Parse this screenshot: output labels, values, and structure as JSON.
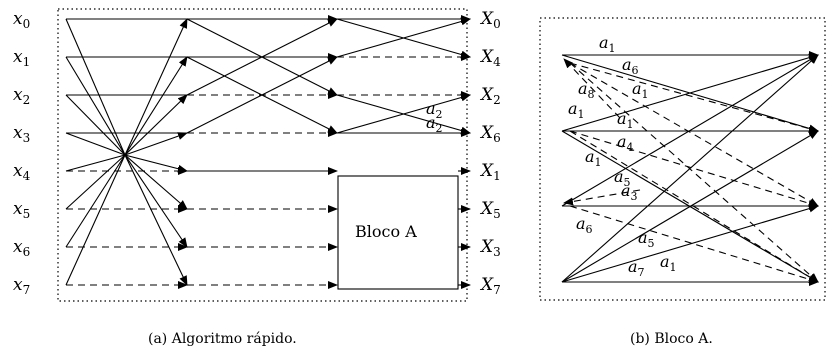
{
  "figure_a": {
    "inputs": [
      {
        "base": "x",
        "sub": "0"
      },
      {
        "base": "x",
        "sub": "1"
      },
      {
        "base": "x",
        "sub": "2"
      },
      {
        "base": "x",
        "sub": "3"
      },
      {
        "base": "x",
        "sub": "4"
      },
      {
        "base": "x",
        "sub": "5"
      },
      {
        "base": "x",
        "sub": "6"
      },
      {
        "base": "x",
        "sub": "7"
      }
    ],
    "outputs": [
      {
        "base": "X",
        "sub": "0"
      },
      {
        "base": "X",
        "sub": "4"
      },
      {
        "base": "X",
        "sub": "2"
      },
      {
        "base": "X",
        "sub": "6"
      },
      {
        "base": "X",
        "sub": "1"
      },
      {
        "base": "X",
        "sub": "5"
      },
      {
        "base": "X",
        "sub": "3"
      },
      {
        "base": "X",
        "sub": "7"
      }
    ],
    "block_label": "Bloco A",
    "coefficients": [
      {
        "base": "a",
        "sub": "2"
      },
      {
        "base": "a",
        "sub": "2"
      }
    ],
    "caption": "(a)  Algoritmo rápido."
  },
  "figure_b": {
    "coefficients": [
      {
        "base": "a",
        "sub": "1"
      },
      {
        "base": "a",
        "sub": "6"
      },
      {
        "base": "a",
        "sub": "8"
      },
      {
        "base": "a",
        "sub": "1"
      },
      {
        "base": "a",
        "sub": "1"
      },
      {
        "base": "a",
        "sub": "1"
      },
      {
        "base": "a",
        "sub": "4"
      },
      {
        "base": "a",
        "sub": "1"
      },
      {
        "base": "a",
        "sub": "5"
      },
      {
        "base": "a",
        "sub": "3"
      },
      {
        "base": "a",
        "sub": "6"
      },
      {
        "base": "a",
        "sub": "5"
      },
      {
        "base": "a",
        "sub": "7"
      },
      {
        "base": "a",
        "sub": "1"
      }
    ],
    "caption": "(b)  Bloco A."
  }
}
